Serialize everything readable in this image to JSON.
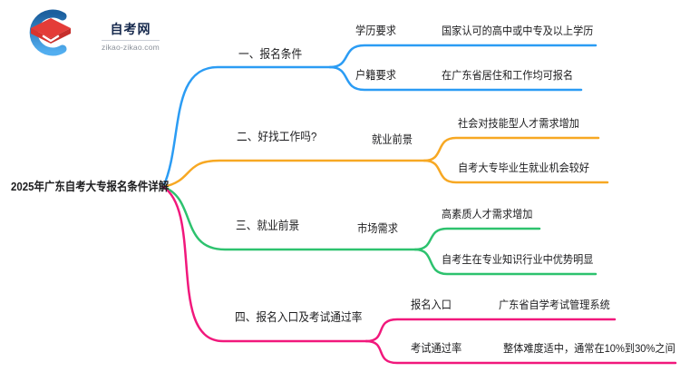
{
  "logo": {
    "site_name": "自考网",
    "site_url": "zikao-zikao.com",
    "brand_blue": "#1c5f9e",
    "brand_blue_light": "#52aef0",
    "brand_red": "#e43c38"
  },
  "central_topic": "2025年广东自考大专报名条件详解",
  "branches": [
    {
      "label": "一、报名条件",
      "color": "#2b9cf4",
      "children": [
        {
          "label": "学历要求",
          "leaf": "国家认可的高中或中专及以上学历"
        },
        {
          "label": "户籍要求",
          "leaf": "在广东省居住和工作均可报名"
        }
      ]
    },
    {
      "label": "二、好找工作吗?",
      "color": "#f7a823",
      "sub_label": "就业前景",
      "children": [
        {
          "leaf": "社会对技能型人才需求增加"
        },
        {
          "leaf": "自考大专毕业生就业机会较好"
        }
      ]
    },
    {
      "label": "三、就业前景",
      "color": "#2dc26e",
      "sub_label": "市场需求",
      "children": [
        {
          "leaf": "高素质人才需求增加"
        },
        {
          "leaf": "自考生在专业知识行业中优势明显"
        }
      ]
    },
    {
      "label": "四、报名入口及考试通过率",
      "color": "#f1187c",
      "children": [
        {
          "label": "报名入口",
          "leaf": "广东省自学考试管理系统"
        },
        {
          "label": "考试通过率",
          "leaf": "整体难度适中，通常在10%到30%之间"
        }
      ]
    }
  ]
}
